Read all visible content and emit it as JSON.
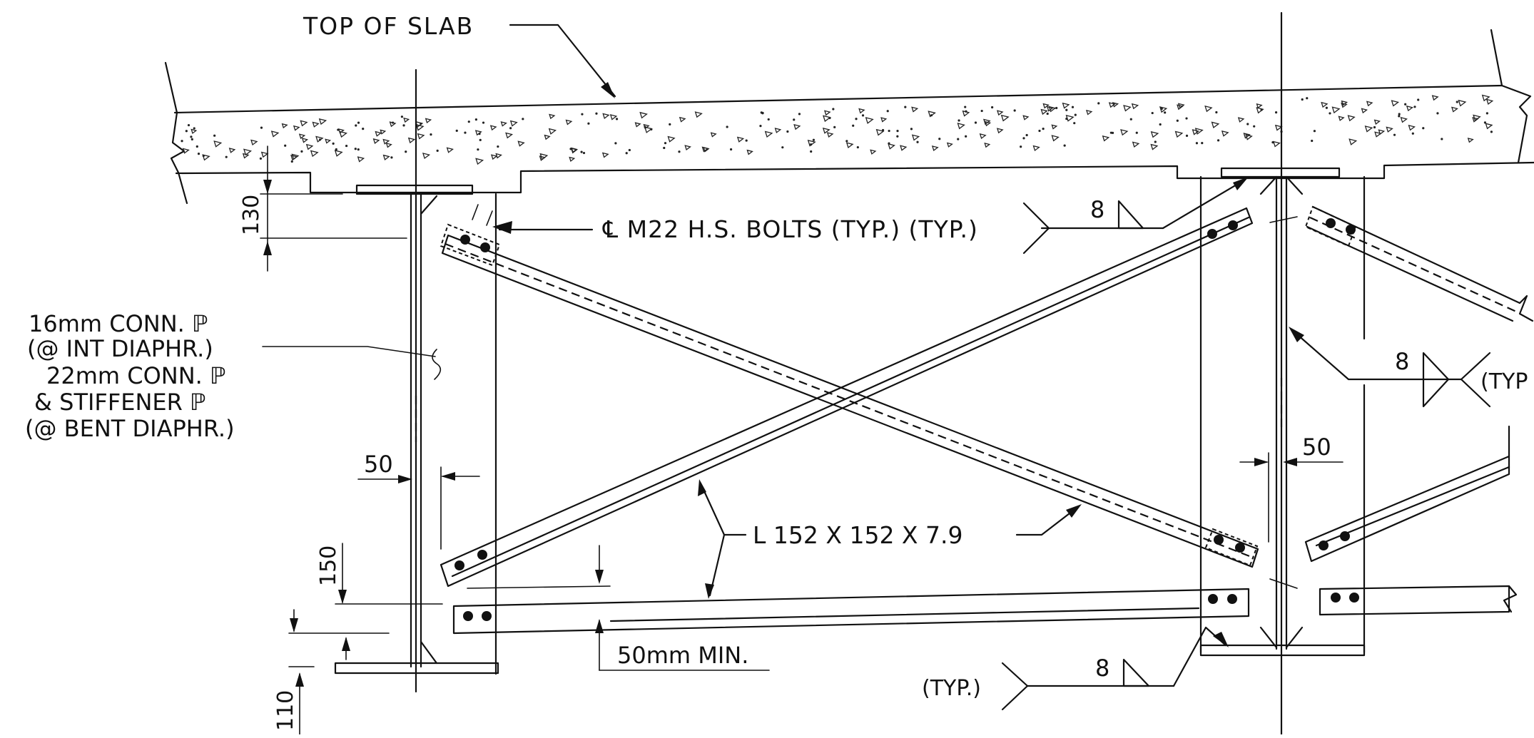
{
  "labels": {
    "top_of_slab": "TOP OF SLAB",
    "bolts": "℄ M22 H.S. BOLTS (TYP.) (TYP.)",
    "conn_16_line1": "16mm  CONN. ℙ",
    "conn_16_line2": "(@ INT DIAPHR.)",
    "conn_22_line1": "22mm  CONN. ℙ",
    "conn_22_line2": "& STIFFENER ℙ",
    "conn_22_line3": "(@ BENT DIAPHR.)",
    "angle": "L 152 X 152   X 7.9",
    "min_clear": "50mm  MIN.",
    "typ_bottom": "(TYP.)",
    "typ_right": "(TYP"
  },
  "dimensions": {
    "d130": "130",
    "d150": "150",
    "d110": "110",
    "d50_left": "50",
    "d50_right": "50"
  },
  "welds": {
    "top": "8",
    "right": "8",
    "bottom": "8"
  }
}
